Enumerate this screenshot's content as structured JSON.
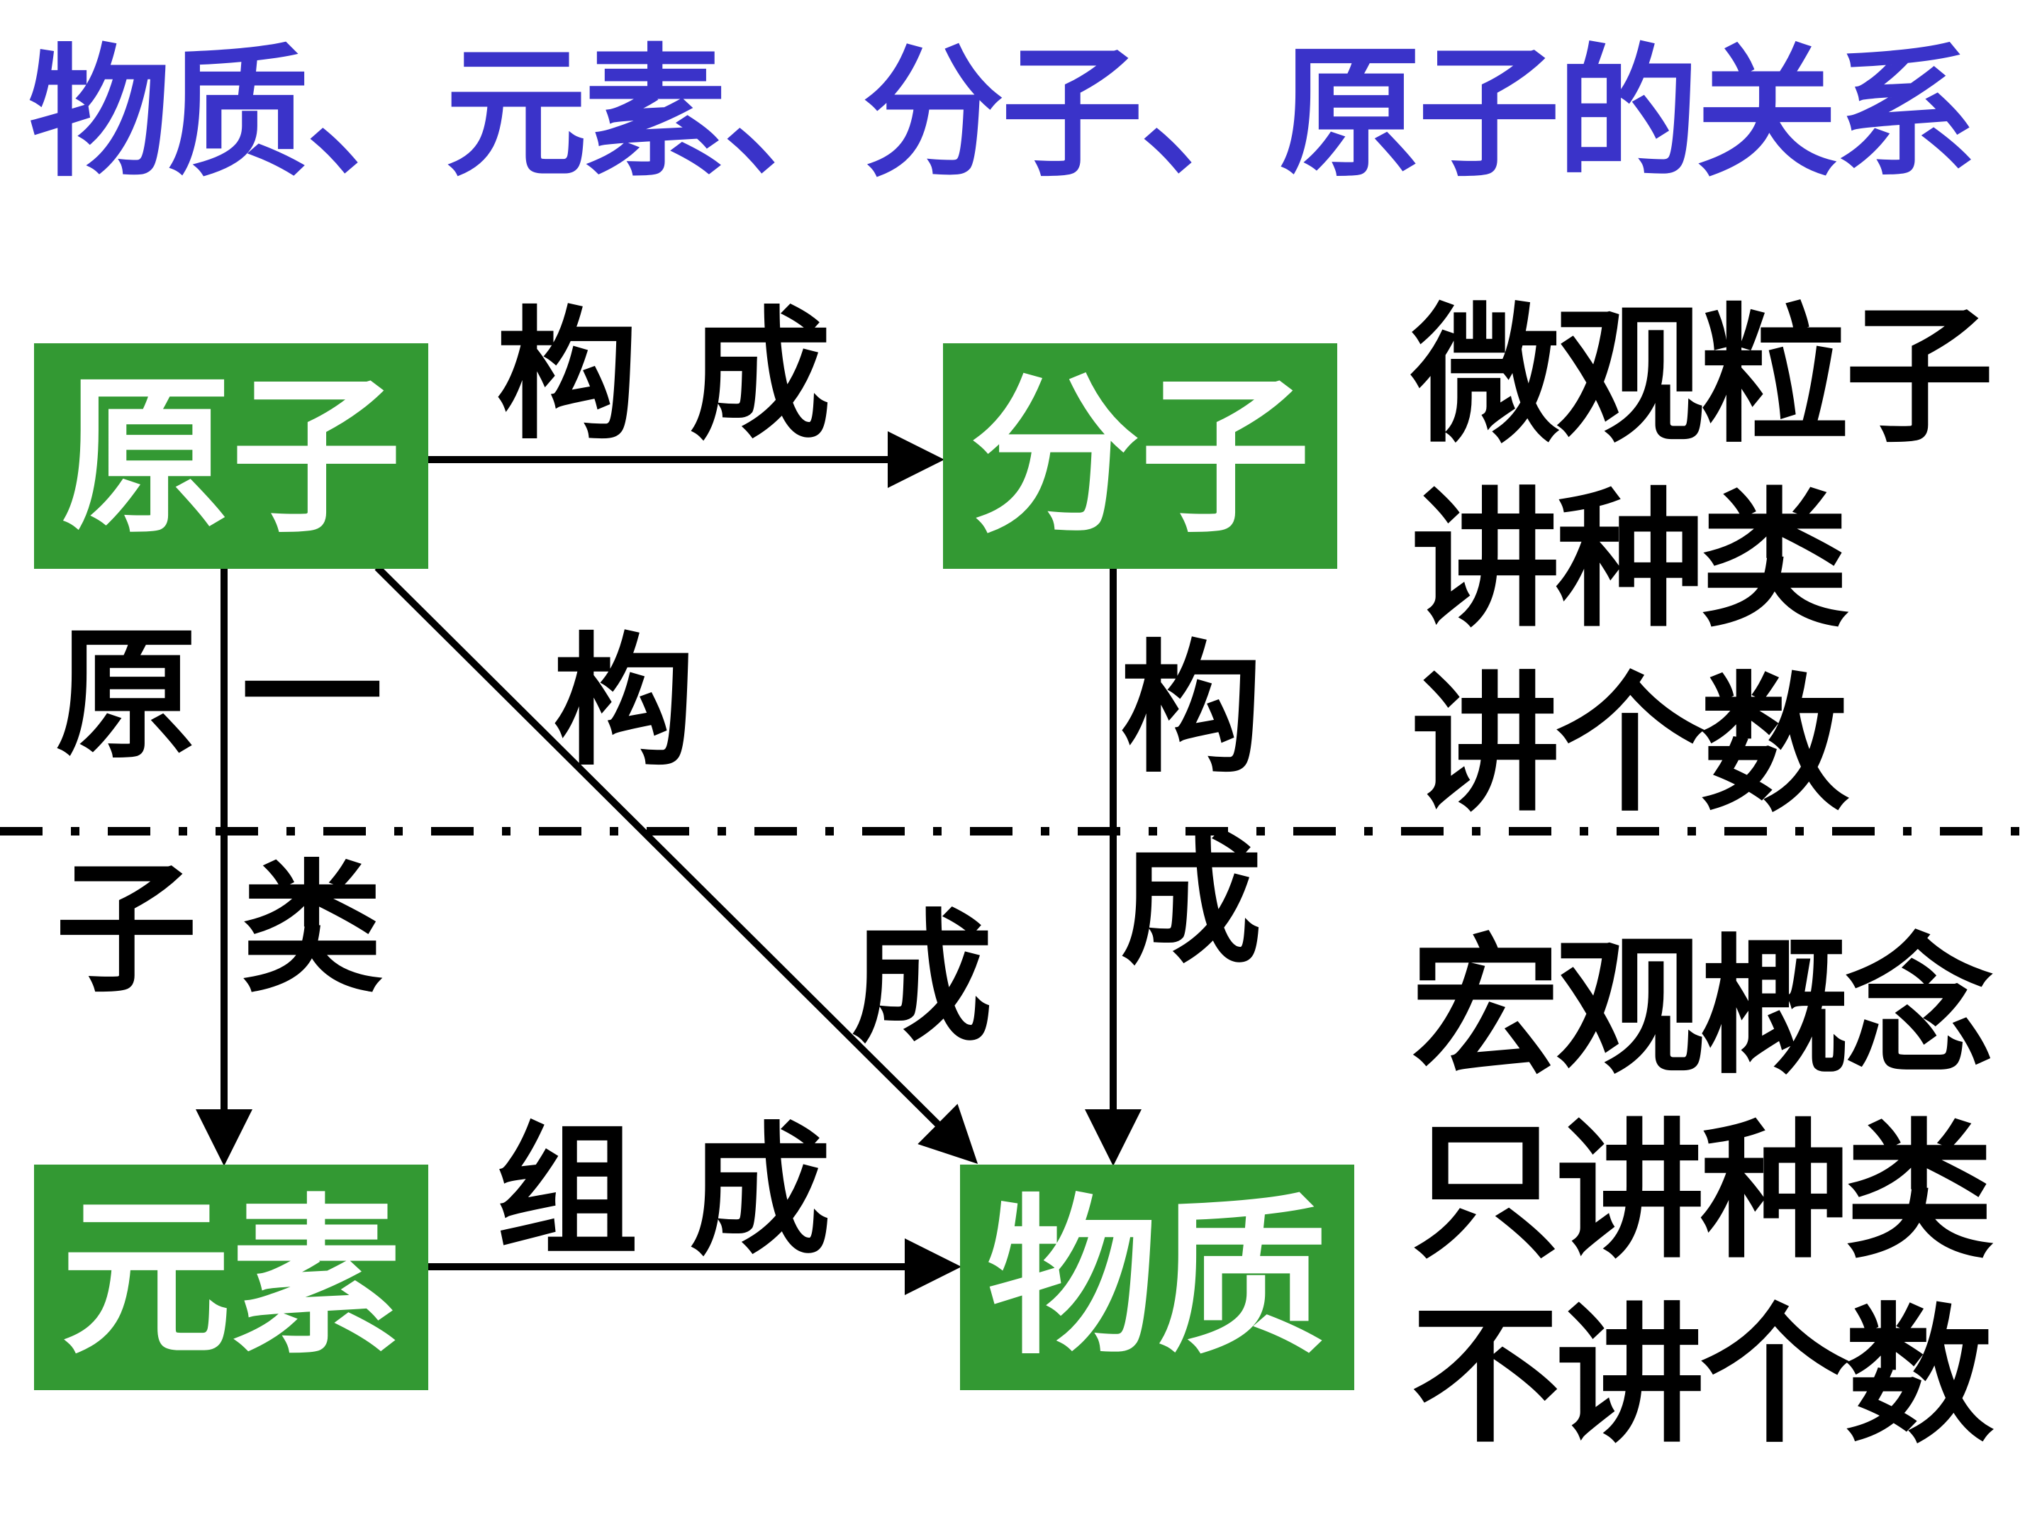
{
  "title": "物质、元素、分子、原子的关系",
  "boxes": {
    "atom": "原子",
    "molecule": "分子",
    "element": "元素",
    "matter": "物质"
  },
  "arrow_labels": {
    "atom_to_molecule": [
      "构",
      "成"
    ],
    "atom_to_matter": [
      "构",
      "成"
    ],
    "molecule_to_matter": [
      "构",
      "成"
    ],
    "element_to_matter": [
      "组",
      "成"
    ],
    "atom_to_element": [
      "原",
      "一",
      "子",
      "类"
    ]
  },
  "notes": {
    "micro": [
      "微观粒子",
      "讲种类",
      "讲个数"
    ],
    "macro": [
      "宏观概念",
      "只讲种类",
      "不讲个数"
    ]
  },
  "colors": {
    "title": "#3a33c9",
    "box": "#339933",
    "box_text": "#ffffff",
    "label_text": "#000000"
  }
}
